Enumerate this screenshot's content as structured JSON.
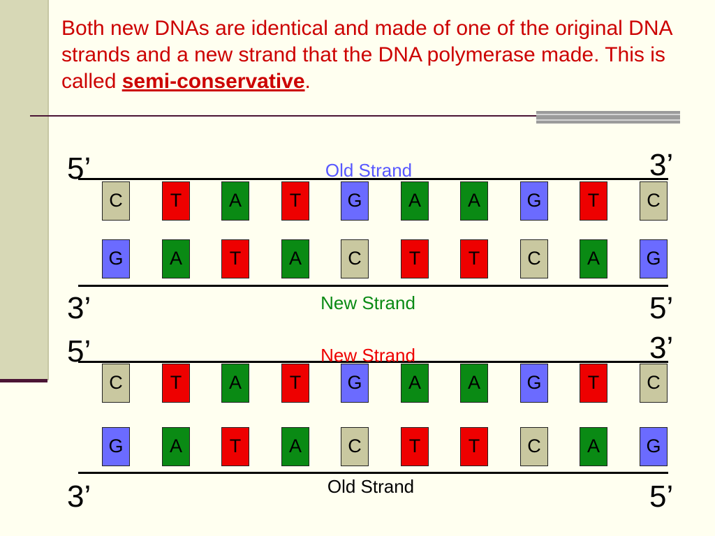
{
  "title": {
    "before": "Both new DNAs are identical and made of one of the original DNA strands and a new strand that the DNA polymerase made.  This is called ",
    "emphasis": "semi-conservative",
    "after": "."
  },
  "colors": {
    "A": "#0a8a14",
    "T": "#ee0000",
    "G": "#6b6bff",
    "C": "#c9c8a0",
    "old_strand_label_1": "#5858ff",
    "new_strand_label_1": "#0a8a14",
    "new_strand_label_2": "#ee0000",
    "old_strand_label_2": "#000000"
  },
  "molecules": [
    {
      "top_strand": {
        "label": "Old Strand",
        "left_end": "5’",
        "right_end": "3’",
        "bases": [
          "C",
          "T",
          "A",
          "T",
          "G",
          "A",
          "A",
          "G",
          "T",
          "C"
        ]
      },
      "bottom_strand": {
        "label": "New Strand",
        "left_end": "3’",
        "right_end": "5’",
        "bases": [
          "G",
          "A",
          "T",
          "A",
          "C",
          "T",
          "T",
          "C",
          "A",
          "G"
        ]
      }
    },
    {
      "top_strand": {
        "label": "New Strand",
        "left_end": "5’",
        "right_end": "3’",
        "bases": [
          "C",
          "T",
          "A",
          "T",
          "G",
          "A",
          "A",
          "G",
          "T",
          "C"
        ]
      },
      "bottom_strand": {
        "label": "Old Strand",
        "left_end": "3’",
        "right_end": "5’",
        "bases": [
          "G",
          "A",
          "T",
          "A",
          "C",
          "T",
          "T",
          "C",
          "A",
          "G"
        ]
      }
    }
  ]
}
